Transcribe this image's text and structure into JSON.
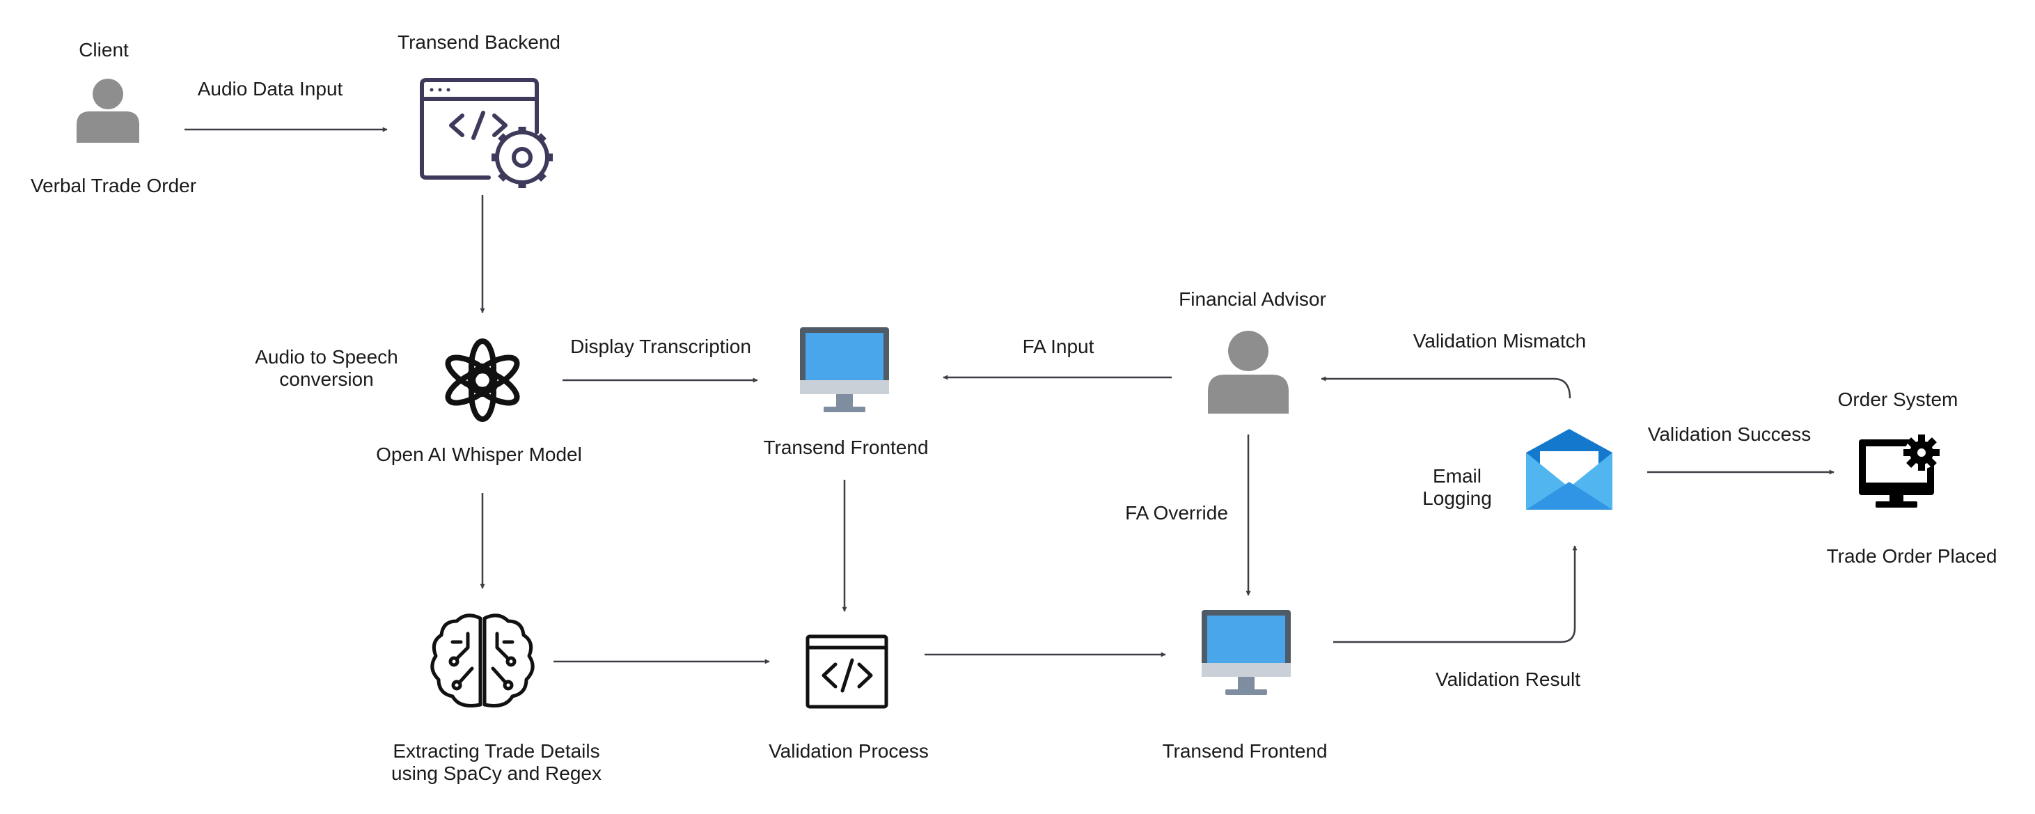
{
  "nodes": {
    "client": {
      "title": "Client",
      "subtitle": "Verbal Trade Order",
      "icon": "person-icon"
    },
    "backend": {
      "title": "Transend Backend",
      "icon": "code-monitor-gear-icon"
    },
    "whisper": {
      "title": "Open AI Whisper Model",
      "side_label": "Audio to Speech\nconversion",
      "icon": "openai-logo-icon"
    },
    "nlp": {
      "title": "Extracting Trade Details\nusing SpaCy and Regex",
      "icon": "brain-circuit-icon"
    },
    "frontend_top": {
      "title": "Transend Frontend",
      "icon": "desktop-monitor-icon"
    },
    "validation": {
      "title": "Validation Process",
      "icon": "code-window-icon"
    },
    "advisor": {
      "title": "Financial Advisor",
      "icon": "person-icon"
    },
    "frontend_bottom": {
      "title": "Transend Frontend",
      "icon": "desktop-monitor-icon"
    },
    "email": {
      "side_label": "Email\nLogging",
      "icon": "mail-envelope-icon"
    },
    "order_system": {
      "title": "Order System",
      "subtitle": "Trade Order Placed",
      "icon": "computer-gear-icon"
    }
  },
  "edges": {
    "audio_input": "Audio Data Input",
    "display_transcription": "Display Transcription",
    "fa_input": "FA Input",
    "fa_override": "FA Override",
    "validation_mismatch": "Validation Mismatch",
    "validation_success": "Validation Success",
    "validation_result": "Validation Result"
  },
  "colors": {
    "arrow": "#3b3f45",
    "person": "#8e8e8e",
    "backend_icon": "#3d3a5c",
    "screen_blue": "#4aa6ea",
    "monitor_frame": "#4f5b66",
    "monitor_stand": "#7e8ea0",
    "envelope_light": "#51b6f0",
    "envelope_dark": "#1479cc",
    "black_icon": "#000000"
  }
}
